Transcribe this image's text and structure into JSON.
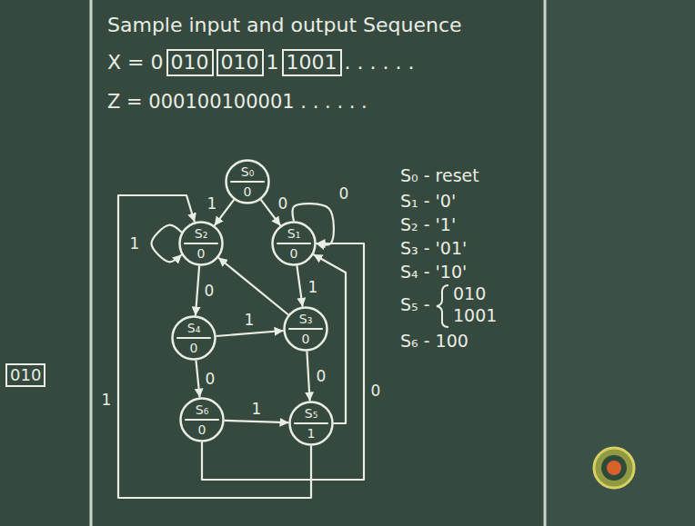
{
  "diagram": {
    "title": "Sample input and output Sequence",
    "nodes": [
      {
        "text": [
          "S₀",
          "0"
        ]
      },
      {
        "text": [
          "S₂",
          "0"
        ]
      },
      {
        "text": [
          "S₁",
          "0"
        ]
      },
      {
        "text": [
          "S₄",
          "0"
        ]
      },
      {
        "text": [
          "S₃",
          "0"
        ]
      },
      {
        "text": [
          "S₆",
          "0"
        ]
      },
      {
        "text": [
          "S₅",
          "1"
        ]
      }
    ],
    "edges": [
      {
        "from": 0,
        "to": 1,
        "arrow": "to",
        "label": "1"
      },
      {
        "from": 0,
        "to": 2,
        "arrow": "to",
        "label": "0"
      },
      {
        "from": 2,
        "to": 2,
        "arrow": "to",
        "label": "0"
      },
      {
        "from": 1,
        "to": 1,
        "arrow": "to",
        "label": "1"
      },
      {
        "from": 1,
        "to": 3,
        "arrow": "to",
        "label": "0"
      },
      {
        "from": 2,
        "to": 4,
        "arrow": "to",
        "label": "1"
      },
      {
        "from": 3,
        "to": 4,
        "arrow": "to",
        "label": "1"
      },
      {
        "from": 4,
        "to": 1,
        "arrow": "to"
      },
      {
        "from": 4,
        "to": 6,
        "arrow": "to",
        "label": "0"
      },
      {
        "from": 3,
        "to": 5,
        "arrow": "to",
        "label": "0"
      },
      {
        "from": 5,
        "to": 6,
        "arrow": "to",
        "label": "1"
      },
      {
        "from": 5,
        "to": 2,
        "arrow": "to",
        "label": "0"
      },
      {
        "from": 6,
        "to": 1,
        "arrow": "to",
        "label": "1"
      },
      {
        "from": 6,
        "to": 2,
        "arrow": "to"
      }
    ],
    "labels": [
      "X = 0",
      "010",
      "010",
      "1",
      "1001",
      ". . . . . .",
      "Z = 000100100001 . . . . . .",
      "S₀ - reset",
      "S₁ - '0'",
      "S₂ - '1'",
      "S₃ - '01'",
      "S₄ - '10'",
      "S₅ -",
      "010",
      "1001",
      "S₆ - 100",
      "010"
    ]
  }
}
